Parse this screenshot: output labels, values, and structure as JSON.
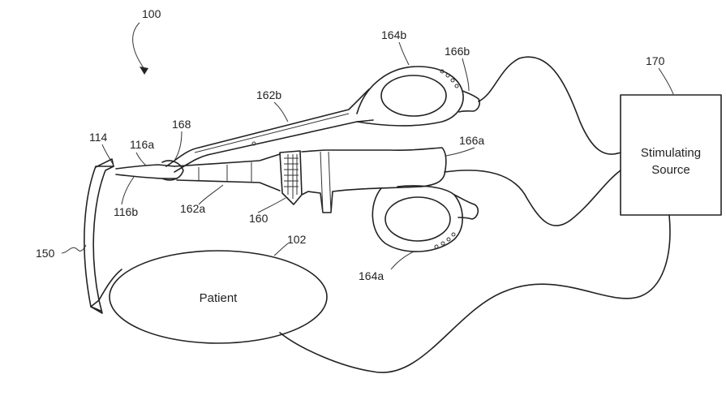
{
  "labels": {
    "ref_100": "100",
    "ref_114": "114",
    "ref_116a": "116a",
    "ref_116b": "116b",
    "ref_168": "168",
    "ref_162b": "162b",
    "ref_162a": "162a",
    "ref_160": "160",
    "ref_164b": "164b",
    "ref_166b": "166b",
    "ref_166a": "166a",
    "ref_164a": "164a",
    "ref_170": "170",
    "ref_150": "150",
    "ref_102": "102"
  },
  "patient": {
    "label": "Patient"
  },
  "stimulating_source": {
    "line1": "Stimulating",
    "line2": "Source"
  }
}
